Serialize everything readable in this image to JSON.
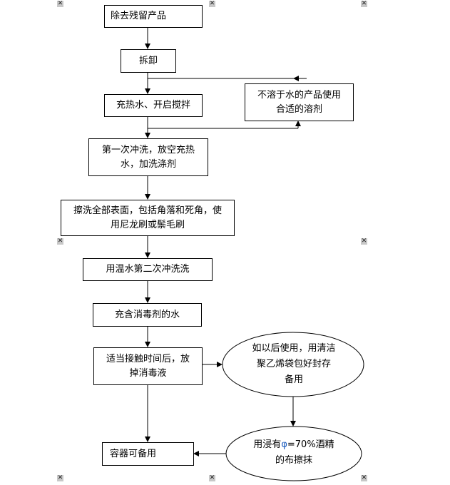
{
  "diagram": {
    "nodes": {
      "n1": "除去残留产品",
      "n2": "拆卸",
      "n3": "充热水、开启搅拌",
      "side": [
        "不溶于水的产品使用",
        "合适的溶剂"
      ],
      "n4": [
        "第一次冲洗，放空充热",
        "水，加洗涤剂"
      ],
      "n5": [
        "擦洗全部表面，包括角落和死角，使",
        "用尼龙刷或鬃毛刷"
      ],
      "n6": "用温水第二次冲洗洗",
      "n7": "充含消毒剂的水",
      "n8": [
        "适当接触时间后，放",
        "掉消毒液"
      ],
      "e1": [
        "如以后使用，用清洁",
        "聚乙烯袋包好封存",
        "备用"
      ],
      "e2_pre": "用浸有",
      "e2_phi": "φ",
      "e2_post": "=70%酒精",
      "e2_line2": "的布擦抹",
      "n9": "容器可备用"
    },
    "handle_glyph": "✕"
  }
}
